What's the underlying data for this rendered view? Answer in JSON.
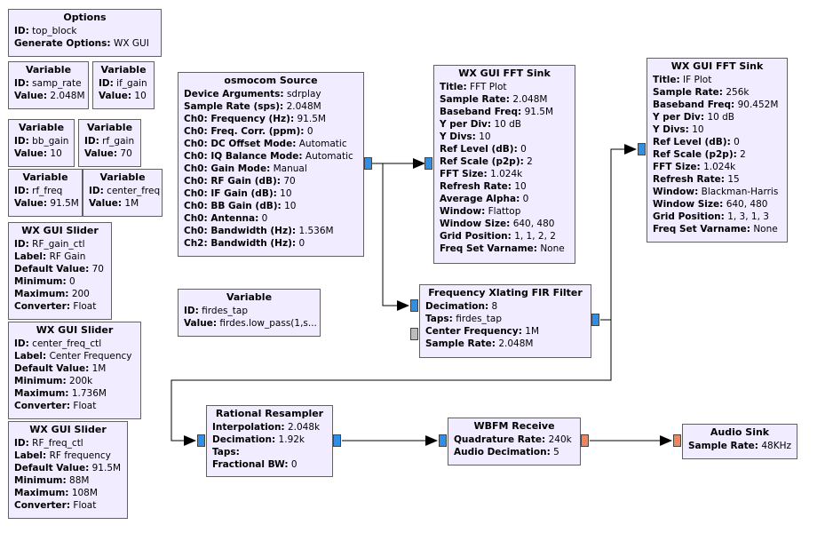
{
  "blocks": {
    "options": {
      "title": "Options",
      "rows": [
        {
          "k": "ID:",
          "v": "top_block"
        },
        {
          "k": "Generate Options:",
          "v": "WX GUI"
        }
      ]
    },
    "var_samp_rate": {
      "title": "Variable",
      "rows": [
        {
          "k": "ID:",
          "v": "samp_rate"
        },
        {
          "k": "Value:",
          "v": "2.048M"
        }
      ]
    },
    "var_if_gain": {
      "title": "Variable",
      "rows": [
        {
          "k": "ID:",
          "v": "if_gain"
        },
        {
          "k": "Value:",
          "v": "10"
        }
      ]
    },
    "var_bb_gain": {
      "title": "Variable",
      "rows": [
        {
          "k": "ID:",
          "v": "bb_gain"
        },
        {
          "k": "Value:",
          "v": "10"
        }
      ]
    },
    "var_rf_gain": {
      "title": "Variable",
      "rows": [
        {
          "k": "ID:",
          "v": "rf_gain"
        },
        {
          "k": "Value:",
          "v": "70"
        }
      ]
    },
    "var_rf_freq": {
      "title": "Variable",
      "rows": [
        {
          "k": "ID:",
          "v": "rf_freq"
        },
        {
          "k": "Value:",
          "v": "91.5M"
        }
      ]
    },
    "var_center_freq": {
      "title": "Variable",
      "rows": [
        {
          "k": "ID:",
          "v": "center_freq"
        },
        {
          "k": "Value:",
          "v": "1M"
        }
      ]
    },
    "slider_rf_gain": {
      "title": "WX GUI Slider",
      "rows": [
        {
          "k": "ID:",
          "v": "RF_gain_ctl"
        },
        {
          "k": "Label:",
          "v": "RF Gain"
        },
        {
          "k": "Default Value:",
          "v": "70"
        },
        {
          "k": "Minimum:",
          "v": "0"
        },
        {
          "k": "Maximum:",
          "v": "200"
        },
        {
          "k": "Converter:",
          "v": "Float"
        }
      ]
    },
    "slider_center_freq": {
      "title": "WX GUI Slider",
      "rows": [
        {
          "k": "ID:",
          "v": "center_freq_ctl"
        },
        {
          "k": "Label:",
          "v": "Center Frequency"
        },
        {
          "k": "Default Value:",
          "v": "1M"
        },
        {
          "k": "Minimum:",
          "v": "200k"
        },
        {
          "k": "Maximum:",
          "v": "1.736M"
        },
        {
          "k": "Converter:",
          "v": "Float"
        }
      ]
    },
    "slider_rf_freq": {
      "title": "WX GUI Slider",
      "rows": [
        {
          "k": "ID:",
          "v": "RF_freq_ctl"
        },
        {
          "k": "Label:",
          "v": "RF frequency"
        },
        {
          "k": "Default Value:",
          "v": "91.5M"
        },
        {
          "k": "Minimum:",
          "v": "88M"
        },
        {
          "k": "Maximum:",
          "v": "108M"
        },
        {
          "k": "Converter:",
          "v": "Float"
        }
      ]
    },
    "osmocom_source": {
      "title": "osmocom Source",
      "rows": [
        {
          "k": "Device Arguments:",
          "v": "sdrplay"
        },
        {
          "k": "Sample Rate (sps):",
          "v": "2.048M"
        },
        {
          "k": "Ch0: Frequency (Hz):",
          "v": "91.5M"
        },
        {
          "k": "Ch0: Freq. Corr. (ppm):",
          "v": "0"
        },
        {
          "k": "Ch0: DC Offset Mode:",
          "v": "Automatic"
        },
        {
          "k": "Ch0: IQ Balance Mode:",
          "v": "Automatic"
        },
        {
          "k": "Ch0: Gain Mode:",
          "v": "Manual"
        },
        {
          "k": "Ch0: RF Gain (dB):",
          "v": "70"
        },
        {
          "k": "Ch0: IF Gain (dB):",
          "v": "10"
        },
        {
          "k": "Ch0: BB Gain (dB):",
          "v": "10"
        },
        {
          "k": "Ch0: Antenna:",
          "v": "0"
        },
        {
          "k": "Ch0: Bandwidth (Hz):",
          "v": "1.536M"
        },
        {
          "k": "Ch2: Bandwidth (Hz):",
          "v": "0"
        }
      ]
    },
    "var_firdes": {
      "title": "Variable",
      "rows": [
        {
          "k": "ID:",
          "v": "firdes_tap"
        },
        {
          "k": "Value:",
          "v": "firdes.low_pass(1,s..."
        }
      ]
    },
    "fft_sink_1": {
      "title": "WX GUI FFT Sink",
      "rows": [
        {
          "k": "Title:",
          "v": "FFT Plot"
        },
        {
          "k": "Sample Rate:",
          "v": "2.048M"
        },
        {
          "k": "Baseband Freq:",
          "v": "91.5M"
        },
        {
          "k": "Y per Div:",
          "v": "10 dB"
        },
        {
          "k": "Y Divs:",
          "v": "10"
        },
        {
          "k": "Ref Level (dB):",
          "v": "0"
        },
        {
          "k": "Ref Scale (p2p):",
          "v": "2"
        },
        {
          "k": "FFT Size:",
          "v": "1.024k"
        },
        {
          "k": "Refresh Rate:",
          "v": "10"
        },
        {
          "k": "Average Alpha:",
          "v": "0"
        },
        {
          "k": "Window:",
          "v": "Flattop"
        },
        {
          "k": "Window Size:",
          "v": "640, 480"
        },
        {
          "k": "Grid Position:",
          "v": "1, 1, 2, 2"
        },
        {
          "k": "Freq Set Varname:",
          "v": "None"
        }
      ]
    },
    "fft_sink_2": {
      "title": "WX GUI FFT Sink",
      "rows": [
        {
          "k": "Title:",
          "v": "IF Plot"
        },
        {
          "k": "Sample Rate:",
          "v": "256k"
        },
        {
          "k": "Baseband Freq:",
          "v": "90.452M"
        },
        {
          "k": "Y per Div:",
          "v": "10 dB"
        },
        {
          "k": "Y Divs:",
          "v": "10"
        },
        {
          "k": "Ref Level (dB):",
          "v": "0"
        },
        {
          "k": "Ref Scale (p2p):",
          "v": "2"
        },
        {
          "k": "FFT Size:",
          "v": "1.024k"
        },
        {
          "k": "Refresh Rate:",
          "v": "15"
        },
        {
          "k": "Window:",
          "v": "Blackman-Harris"
        },
        {
          "k": "Window Size:",
          "v": "640, 480"
        },
        {
          "k": "Grid Position:",
          "v": "1, 3, 1, 3"
        },
        {
          "k": "Freq Set Varname:",
          "v": "None"
        }
      ]
    },
    "freq_xlating": {
      "title": "Frequency Xlating FIR Filter",
      "rows": [
        {
          "k": "Decimation:",
          "v": "8"
        },
        {
          "k": "Taps:",
          "v": "firdes_tap"
        },
        {
          "k": "Center Frequency:",
          "v": "1M"
        },
        {
          "k": "Sample Rate:",
          "v": "2.048M"
        }
      ]
    },
    "rational_resampler": {
      "title": "Rational Resampler",
      "rows": [
        {
          "k": "Interpolation:",
          "v": "2.048k"
        },
        {
          "k": "Decimation:",
          "v": "1.92k"
        },
        {
          "k": "Taps:",
          "v": ""
        },
        {
          "k": "Fractional BW:",
          "v": "0"
        }
      ]
    },
    "wbfm_receive": {
      "title": "WBFM Receive",
      "rows": [
        {
          "k": "Quadrature Rate:",
          "v": "240k"
        },
        {
          "k": "Audio Decimation:",
          "v": "5"
        }
      ]
    },
    "audio_sink": {
      "title": "Audio Sink",
      "rows": [
        {
          "k": "Sample Rate:",
          "v": "48KHz"
        }
      ]
    }
  },
  "colors": {
    "block_fill": "#f1ecff",
    "block_border": "#616161",
    "port_complex": "#2f8fe6",
    "port_float": "#f0875a",
    "port_inactive": "#bdbdbd"
  }
}
